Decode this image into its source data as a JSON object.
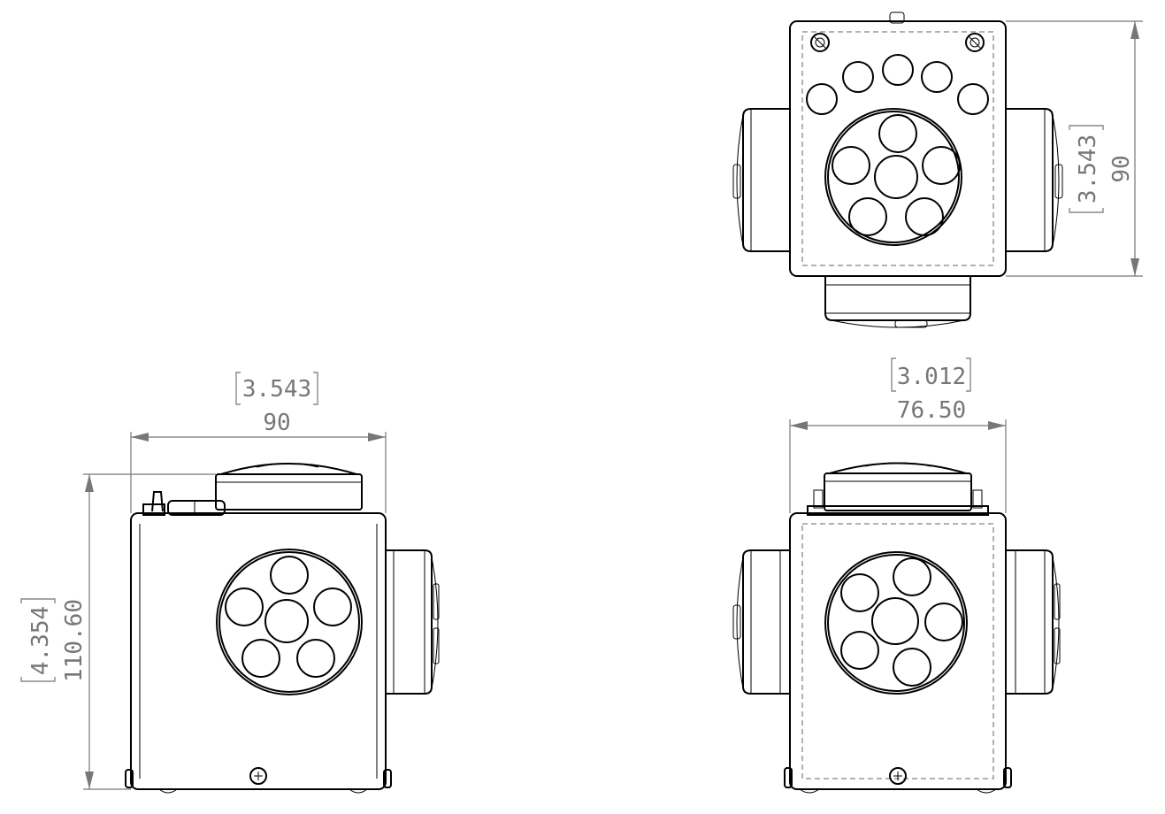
{
  "views": {
    "top": {
      "height_in": "3.543",
      "height_mm": "90"
    },
    "side": {
      "width_in": "3.543",
      "width_mm": "90",
      "height_in": "4.354",
      "height_mm": "110.60"
    },
    "front": {
      "width_in": "3.012",
      "width_mm": "76.50"
    }
  },
  "colors": {
    "line": "#000000",
    "dimension": "#777777",
    "background": "#ffffff"
  }
}
